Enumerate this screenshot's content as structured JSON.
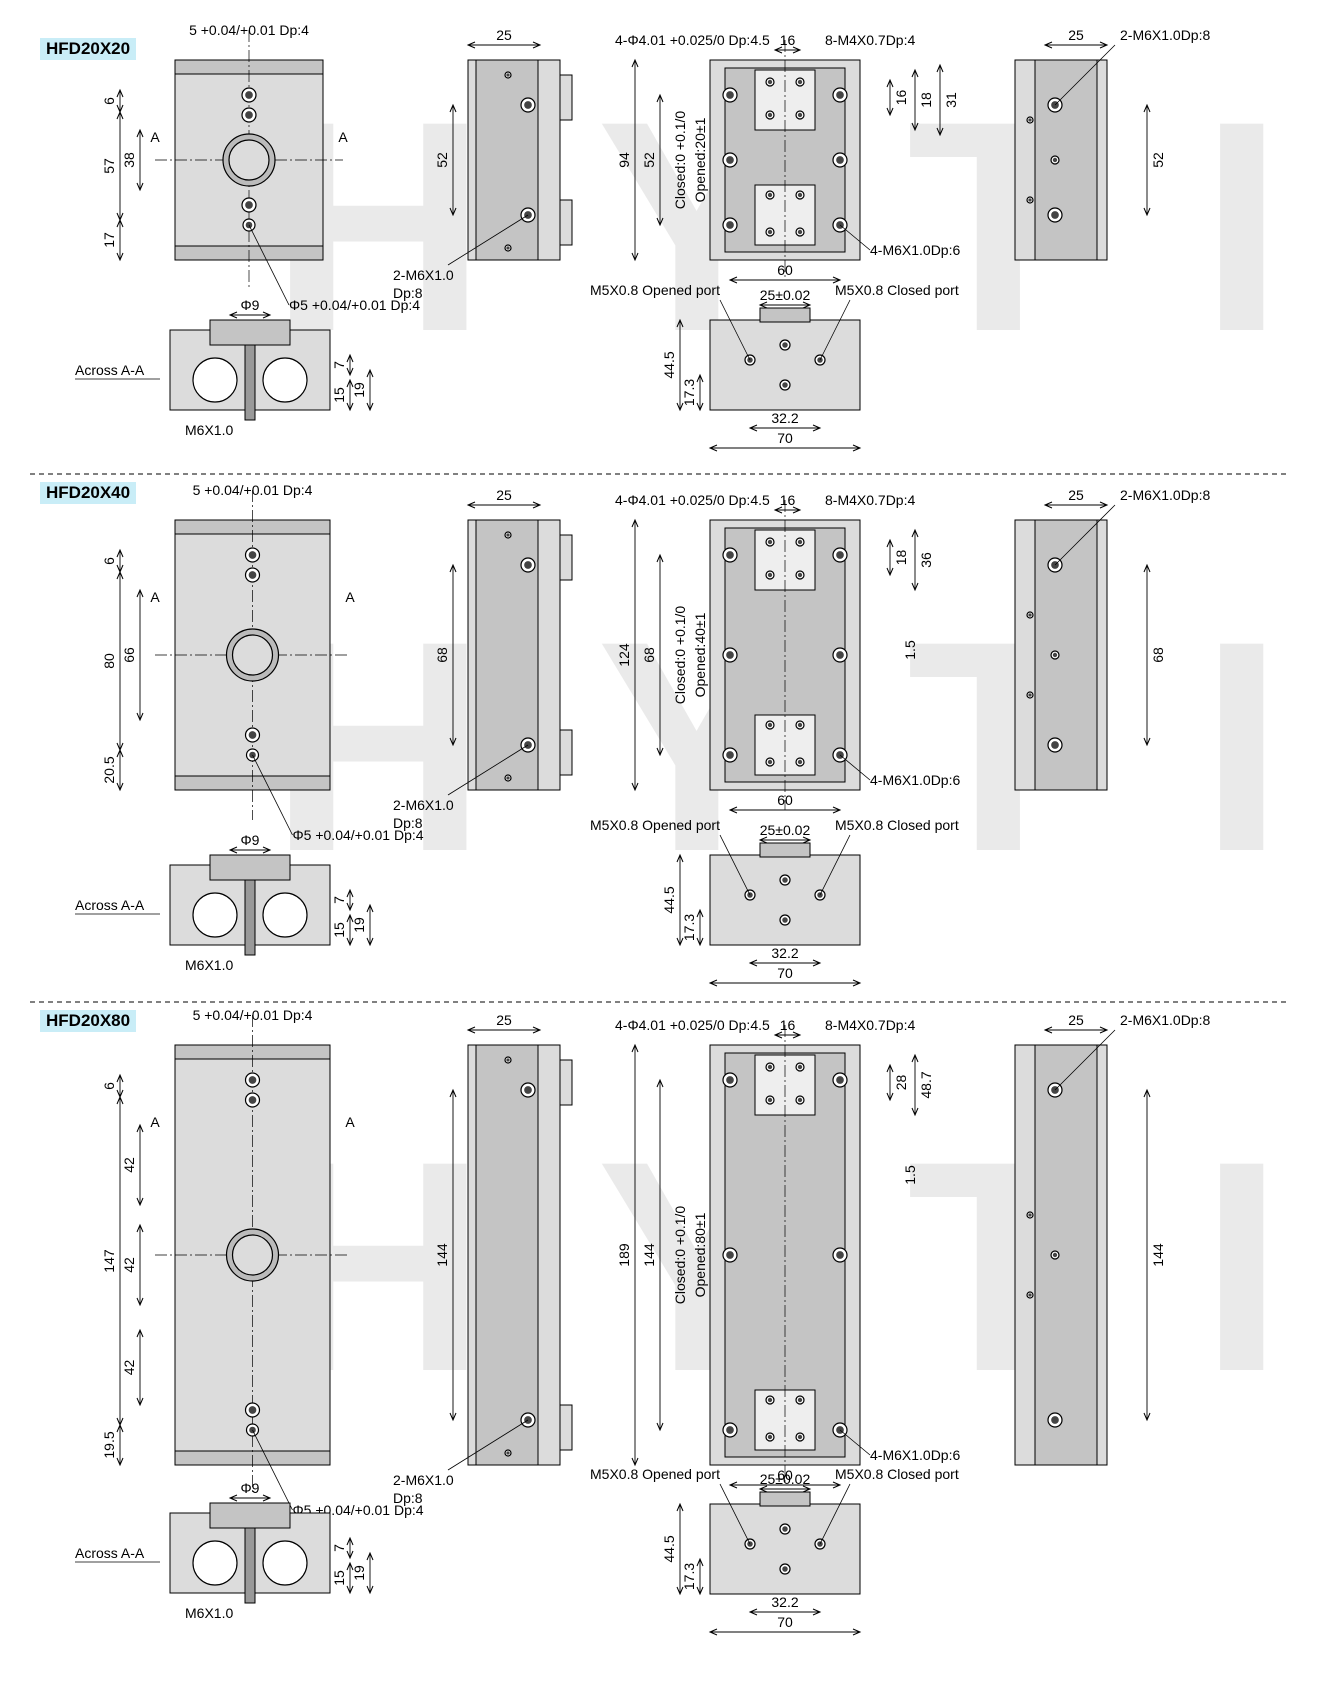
{
  "watermark": "HYTIC",
  "colors": {
    "body": "#dcdcdc",
    "body_dark": "#c4c4c4",
    "line": "#000000",
    "accent": "#c9edf7"
  },
  "sections": [
    {
      "model": "HFD20X20",
      "front": {
        "top": "5 +0.04/+0.01 Dp:4",
        "dims": [
          "6",
          "57",
          "38",
          "17"
        ],
        "a_mark": "A",
        "hole_note": "Φ5 +0.04/+0.01 Dp:4"
      },
      "side": {
        "top": "25",
        "dim": "52",
        "note1": "2-M6X1.0",
        "note2": "Dp:8"
      },
      "plan": {
        "pin": "4-Φ4.01 +0.025/0 Dp:4.5",
        "w16": "16",
        "tap8": "8-M4X0.7Dp:4",
        "h_total": "94",
        "h_mid": "52",
        "stroke": "Closed:0 +0.1/0  Opened:20±1",
        "r1": "16",
        "r2": "18",
        "r3": "31",
        "extra": "",
        "bottom": "60",
        "tap4": "4-M6X1.0Dp:6"
      },
      "rside": {
        "top": "25",
        "note": "2-M6X1.0Dp:8",
        "dim": "52"
      },
      "section": {
        "phi": "Φ9",
        "label": "Across A-A",
        "d7": "7",
        "d15": "15",
        "d19": "19",
        "thread": "M6X1.0"
      },
      "end": {
        "open": "M5X0.8 Opened port",
        "close": "M5X0.8 Closed port",
        "pitch": "25±0.02",
        "h1": "44.5",
        "h2": "17.3",
        "w1": "32.2",
        "w2": "70"
      }
    },
    {
      "model": "HFD20X40",
      "front": {
        "top": "5 +0.04/+0.01 Dp:4",
        "dims": [
          "6",
          "80",
          "66",
          "20.5"
        ],
        "a_mark": "A",
        "hole_note": "Φ5 +0.04/+0.01 Dp:4"
      },
      "side": {
        "top": "25",
        "dim": "68",
        "note1": "2-M6X1.0",
        "note2": "Dp:8"
      },
      "plan": {
        "pin": "4-Φ4.01 +0.025/0 Dp:4.5",
        "w16": "16",
        "tap8": "8-M4X0.7Dp:4",
        "h_total": "124",
        "h_mid": "68",
        "stroke": "Closed:0 +0.1/0  Opened:40±1",
        "r1": "18",
        "r2": "36",
        "r3": "",
        "extra": "1.5",
        "bottom": "60",
        "tap4": "4-M6X1.0Dp:6"
      },
      "rside": {
        "top": "25",
        "note": "2-M6X1.0Dp:8",
        "dim": "68"
      },
      "section": {
        "phi": "Φ9",
        "label": "Across A-A",
        "d7": "7",
        "d15": "15",
        "d19": "19",
        "thread": "M6X1.0"
      },
      "end": {
        "open": "M5X0.8 Opened port",
        "close": "M5X0.8 Closed port",
        "pitch": "25±0.02",
        "h1": "44.5",
        "h2": "17.3",
        "w1": "32.2",
        "w2": "70"
      }
    },
    {
      "model": "HFD20X80",
      "front": {
        "top": "5 +0.04/+0.01 Dp:4",
        "dims": [
          "6",
          "147",
          "42",
          "42",
          "42",
          "19.5"
        ],
        "a_mark": "A",
        "hole_note": "Φ5 +0.04/+0.01 Dp:4"
      },
      "side": {
        "top": "25",
        "dim": "144",
        "note1": "2-M6X1.0",
        "note2": "Dp:8"
      },
      "plan": {
        "pin": "4-Φ4.01 +0.025/0 Dp:4.5",
        "w16": "16",
        "tap8": "8-M4X0.7Dp:4",
        "h_total": "189",
        "h_mid": "144",
        "stroke": "Closed:0 +0.1/0  Opened:80±1",
        "r1": "28",
        "r2": "48.7",
        "r3": "",
        "extra": "1.5",
        "bottom": "60",
        "tap4": "4-M6X1.0Dp:6"
      },
      "rside": {
        "top": "25",
        "note": "2-M6X1.0Dp:8",
        "dim": "144"
      },
      "section": {
        "phi": "Φ9",
        "label": "Across A-A",
        "d7": "7",
        "d15": "15",
        "d19": "19",
        "thread": "M6X1.0"
      },
      "end": {
        "open": "M5X0.8 Opened port",
        "close": "M5X0.8 Closed port",
        "pitch": "25±0.02",
        "h1": "44.5",
        "h2": "17.3",
        "w1": "32.2",
        "w2": "70"
      }
    }
  ]
}
